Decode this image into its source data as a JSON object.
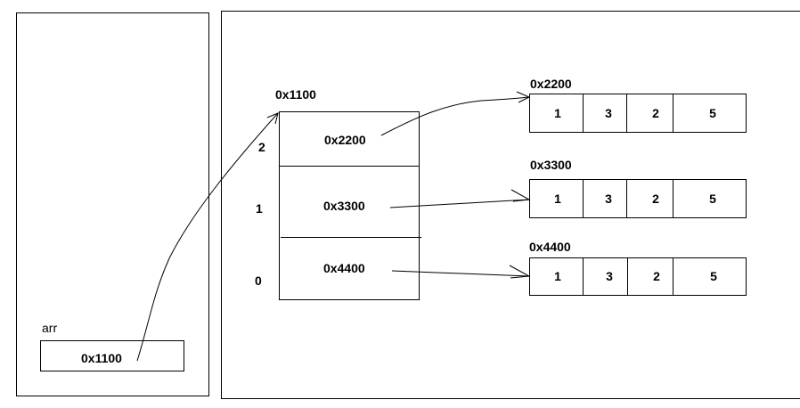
{
  "stack": {
    "var_name": "arr",
    "var_value": "0x1100"
  },
  "heap": {
    "outer_array": {
      "address": "0x1100",
      "slots": [
        {
          "index": "2",
          "value": "0x2200"
        },
        {
          "index": "1",
          "value": "0x3300"
        },
        {
          "index": "0",
          "value": "0x4400"
        }
      ]
    },
    "inner_arrays": [
      {
        "address": "0x2200",
        "values": [
          "1",
          "3",
          "2",
          "5"
        ]
      },
      {
        "address": "0x3300",
        "values": [
          "1",
          "3",
          "2",
          "5"
        ]
      },
      {
        "address": "0x4400",
        "values": [
          "1",
          "3",
          "2",
          "5"
        ]
      }
    ]
  }
}
